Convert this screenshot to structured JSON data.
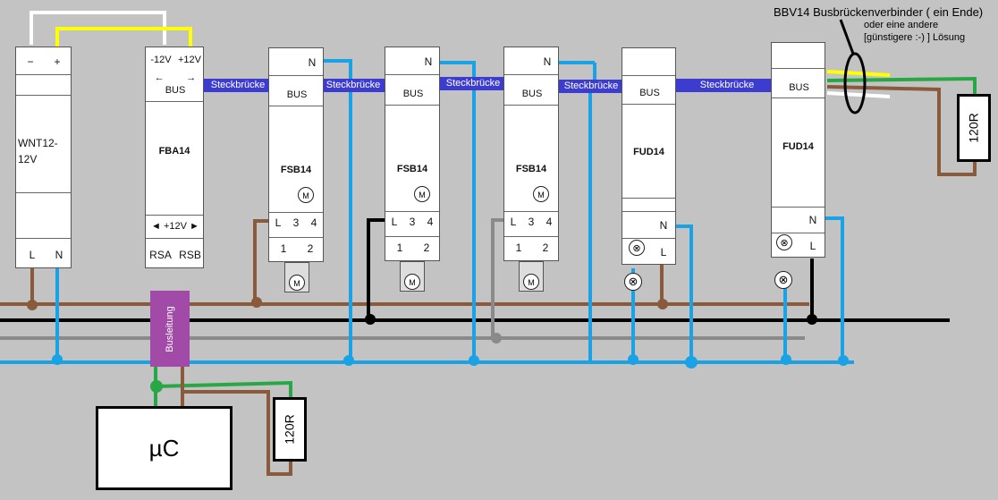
{
  "modules": {
    "wnt12": {
      "name": "WNT12-12V",
      "minus": "−",
      "plus": "+",
      "L": "L",
      "N": "N"
    },
    "fba14": {
      "name": "FBA14",
      "m12": "-12V",
      "p12": "+12V",
      "bus": "BUS",
      "arrows": "←        →",
      "v12": "◄ +12V ►",
      "rsa": "RSA",
      "rsb": "RSB"
    },
    "fsb14_1": {
      "name": "FSB14",
      "N": "N",
      "bus": "BUS",
      "L": "L",
      "t3": "3",
      "t4": "4",
      "t1": "1",
      "t2": "2",
      "motor": "M"
    },
    "fsb14_2": {
      "name": "FSB14",
      "N": "N",
      "bus": "BUS",
      "L": "L",
      "t3": "3",
      "t4": "4",
      "t1": "1",
      "t2": "2",
      "motor": "M"
    },
    "fsb14_3": {
      "name": "FSB14",
      "N": "N",
      "bus": "BUS",
      "L": "L",
      "t3": "3",
      "t4": "4",
      "t1": "1",
      "t2": "2",
      "motor": "M"
    },
    "fud14_1": {
      "name": "FUD14",
      "N": "N",
      "bus": "BUS",
      "L": "L"
    },
    "fud14_2": {
      "name": "FUD14",
      "N": "N",
      "bus": "BUS",
      "L": "L"
    }
  },
  "bridges": [
    "Steckbrücke",
    "Steckbrücke",
    "Steckbrücke",
    "Steckbrücke",
    "Steckbrücke"
  ],
  "labels": {
    "busleitung": "Busleitung",
    "uc": "µC",
    "r1": "120R",
    "r2": "120R",
    "bbv_title": "BBV14 Busbrückenverbinder ( ein Ende)",
    "bbv_line2": "oder eine andere",
    "bbv_line3": "[günstigere :-) ] Lösung"
  },
  "colors": {
    "background": "#c3c3c3",
    "bus_blue": "#19a2e6",
    "brown": "#8a5a3c",
    "black": "#000000",
    "grey": "#8a8a8a",
    "green": "#28a745",
    "yellow": "#ffff00",
    "white": "#ffffff",
    "purple": "#a24aa8",
    "bridge": "#3c3ccf"
  }
}
